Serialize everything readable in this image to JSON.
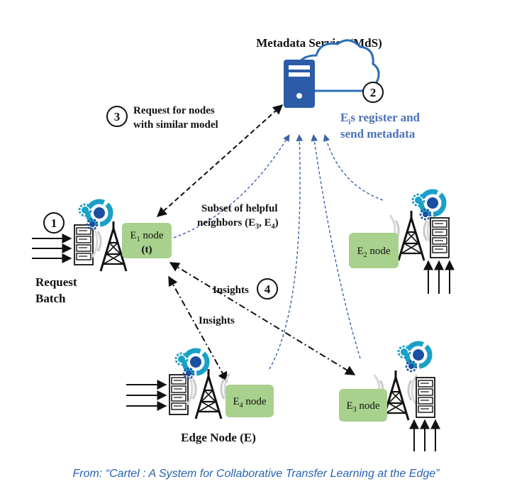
{
  "mds": {
    "title": "Metadata Service (MdS)"
  },
  "steps": {
    "one": "1",
    "two": "2",
    "three": "3",
    "four": "4"
  },
  "labels": {
    "request_nodes_line1": "Request for nodes",
    "request_nodes_line2": "with similar model",
    "register_line1_base": "E",
    "register_line1_sub": "i",
    "register_line1_rest": "s register and",
    "register_line2": "send metadata",
    "subset_line1": "Subset of helpful",
    "subset_line2_a": "neighbors  (E",
    "subset_line2_sub1": "3",
    "subset_line2_b": ", E",
    "subset_line2_sub2": "4",
    "subset_line2_c": ")",
    "insights_upper": "Insights",
    "insights_lower": "Insights",
    "request_batch_line1": "Request",
    "request_batch_line2": "Batch",
    "edge_node": "Edge Node (E)"
  },
  "nodes": {
    "e1": {
      "base": "E",
      "sub": "1",
      "rest": " node",
      "extra": "(t)"
    },
    "e2": {
      "base": "E",
      "sub": "2",
      "rest": " node"
    },
    "e3": {
      "base": "E",
      "sub": "3",
      "rest": " node"
    },
    "e4": {
      "base": "E",
      "sub": "4",
      "rest": " node"
    }
  },
  "caption": "From: “Cartel : A System for Collaborative Transfer Learning at the Edge”",
  "colors": {
    "node_fill": "#a8d18d",
    "server_blue": "#2c5ba8",
    "cloud_blue": "#2c6fb7",
    "gear_teal": "#1aa0c8",
    "register_text": "#4a72b8",
    "caption_text": "#2a63b0",
    "dashed_blue": "#3d64a8"
  },
  "icons": {
    "server": "server-icon",
    "cloud": "cloud-icon",
    "tower": "cell-tower-icon",
    "rack": "server-rack-icon",
    "gear": "gear-icon"
  }
}
